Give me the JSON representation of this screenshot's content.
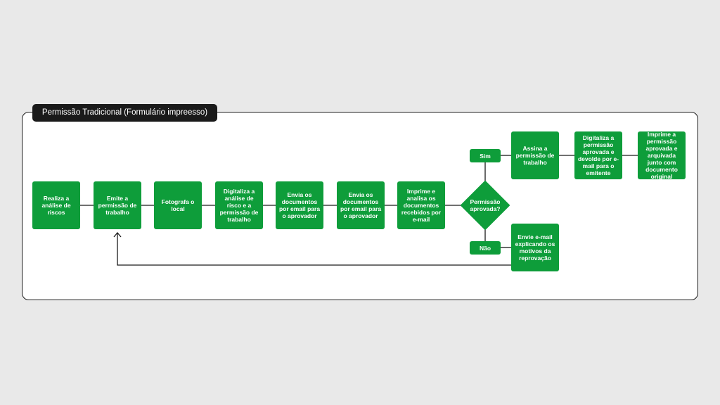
{
  "title": "Permissão Tradicional (Formulário impreesso)",
  "colors": {
    "node": "#0e9d3a",
    "line": "#1a1a1a",
    "title_bg": "#1a1a1a",
    "background": "#e9e9e9"
  },
  "steps": [
    "Realiza a análise de riscos",
    "Emite a permissão de trabalho",
    "Fotografa o local",
    "Digitaliza a análise de risco e  a permissão de trabalho",
    "Envia os documentos por email para o aprovador",
    "Envia os documentos por email para o aprovador",
    "Imprime e analisa os documentos recebidos por e-mail"
  ],
  "decision": {
    "label": "Permissão aprovada?",
    "yes": "Sim",
    "no": "Não"
  },
  "approved_steps": [
    "Assina a permissão de trabalho",
    "Digitaliza a permissão aprovada e devolde por e-mail para o emitente",
    "Imprime a permissão aprovada e arquivada junto com documento original"
  ],
  "rejected_step": "Envie e-mail explicando os motivos da reprovação"
}
